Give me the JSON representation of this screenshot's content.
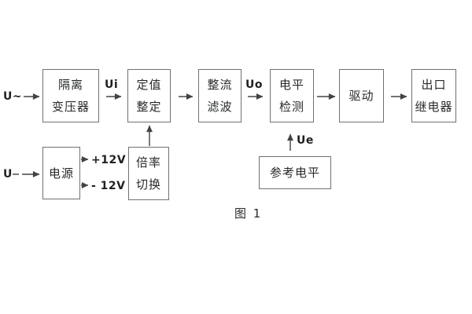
{
  "figure": {
    "caption": "图 1",
    "colors": {
      "background": "#ffffff",
      "box_border": "#6e7174",
      "box_text": "#27292b",
      "line": "#414347",
      "label_text": "#1e2022"
    },
    "blocks": [
      {
        "id": "isolation-transformer",
        "lines": [
          "隔离",
          "变压器"
        ]
      },
      {
        "id": "setpoint-adjust",
        "lines": [
          "定值",
          "整定"
        ]
      },
      {
        "id": "rectify-filter",
        "lines": [
          "整流",
          "滤波"
        ]
      },
      {
        "id": "level-detect",
        "lines": [
          "电平",
          "检测"
        ]
      },
      {
        "id": "drive",
        "lines": [
          "驱动"
        ]
      },
      {
        "id": "output-relay",
        "lines": [
          "出口",
          "继电器"
        ]
      },
      {
        "id": "power-supply",
        "lines": [
          "电源"
        ]
      },
      {
        "id": "ratio-switch",
        "lines": [
          "倍率",
          "切换"
        ]
      },
      {
        "id": "reference-level",
        "lines": [
          "参考电平"
        ]
      }
    ],
    "labels": {
      "ac_input": "U~",
      "ui": "Ui",
      "uo": "Uo",
      "dc_input": "U",
      "plus_12v": "+12V",
      "minus_12v": "- 12V",
      "ue": "Ue"
    }
  }
}
